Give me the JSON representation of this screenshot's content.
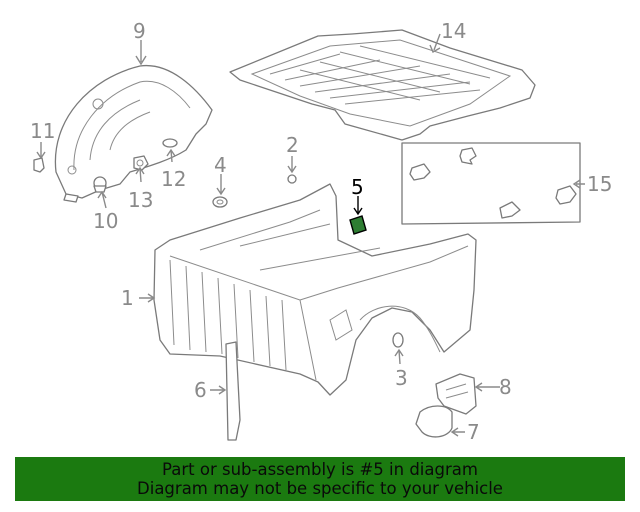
{
  "diagram": {
    "callouts": [
      {
        "id": "c1",
        "label": "1",
        "active": false
      },
      {
        "id": "c2",
        "label": "2",
        "active": false
      },
      {
        "id": "c3",
        "label": "3",
        "active": false
      },
      {
        "id": "c4",
        "label": "4",
        "active": false
      },
      {
        "id": "c5",
        "label": "5",
        "active": true
      },
      {
        "id": "c6",
        "label": "6",
        "active": false
      },
      {
        "id": "c7",
        "label": "7",
        "active": false
      },
      {
        "id": "c8",
        "label": "8",
        "active": false
      },
      {
        "id": "c9",
        "label": "9",
        "active": false
      },
      {
        "id": "c10",
        "label": "10",
        "active": false
      },
      {
        "id": "c11",
        "label": "11",
        "active": false
      },
      {
        "id": "c12",
        "label": "12",
        "active": false
      },
      {
        "id": "c13",
        "label": "13",
        "active": false
      },
      {
        "id": "c14",
        "label": "14",
        "active": false
      },
      {
        "id": "c15",
        "label": "15",
        "active": false
      }
    ],
    "highlight_color": "#2e7d32"
  },
  "banner": {
    "line1": "Part or sub-assembly is #5 in diagram",
    "line2": "Diagram may not be specific to your vehicle",
    "background": "#1b7a10"
  }
}
